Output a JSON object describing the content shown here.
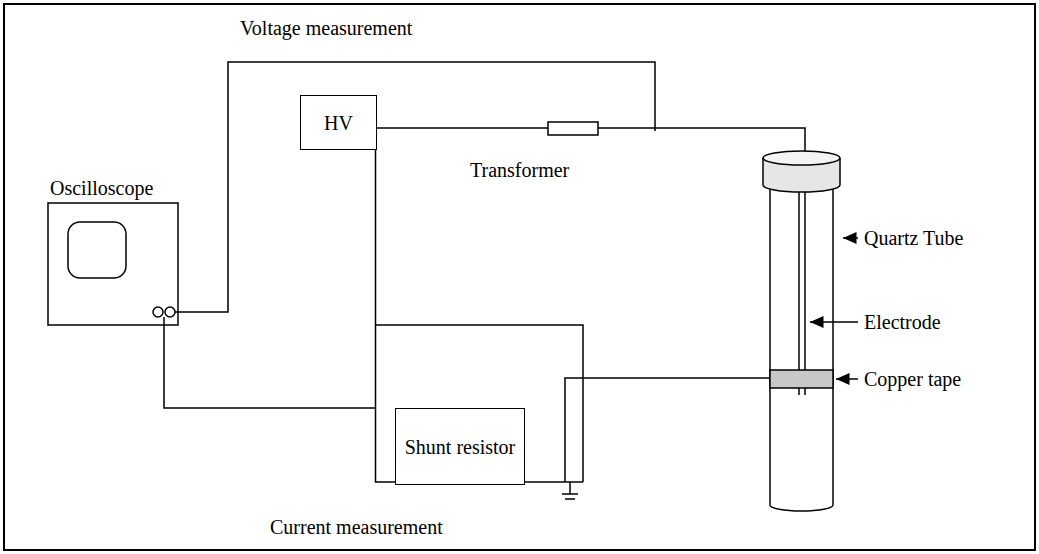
{
  "diagram": {
    "nodes": [
      {
        "text": [
          "HV"
        ]
      },
      {
        "text": [
          "Shunt resistor"
        ]
      }
    ],
    "edges": [
      {
        "from": 0,
        "to": 1,
        "arrow": "none"
      }
    ],
    "labels": [
      "Voltage measurement",
      "Oscilloscope",
      "Transformer",
      "Quartz Tube",
      "Electrode",
      "Copper tape",
      "Current measurement"
    ]
  }
}
